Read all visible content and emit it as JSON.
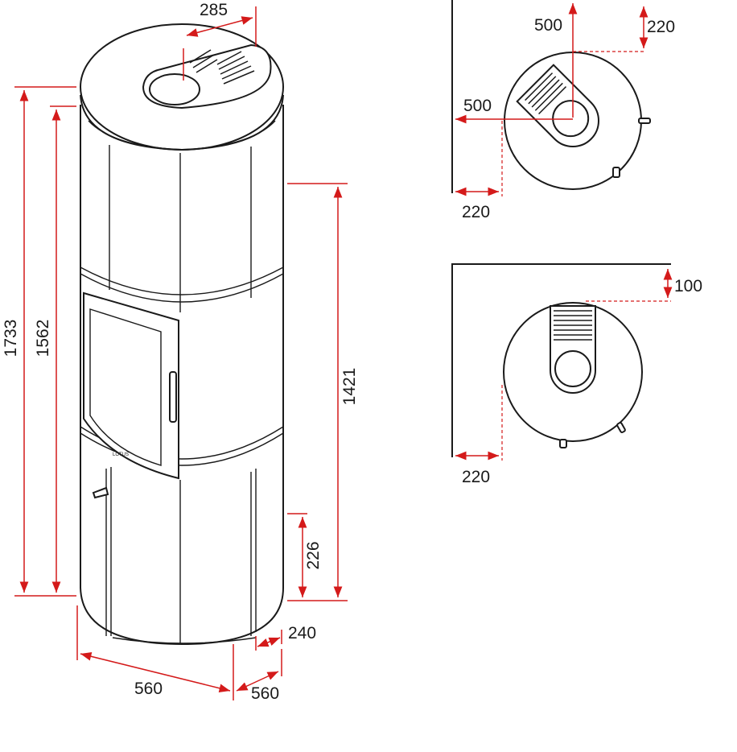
{
  "dimensions": {
    "total_height": "1733",
    "body_height": "1562",
    "connection_height": "1421",
    "air_inlet_height": "226",
    "top_outlet_offset": "285",
    "air_inlet_offset": "240",
    "width": "560",
    "depth": "560"
  },
  "corner_clearance": {
    "rear_wall": "220",
    "side_wall": "220",
    "front_radius_back": "500",
    "front_radius_side": "500"
  },
  "wall_clearance": {
    "rear_wall": "100",
    "side_wall": "220"
  },
  "brand_mark": "LOTUS",
  "colors": {
    "dimension": "#d41a1a",
    "outline": "#1a1a1a",
    "background": "#ffffff"
  }
}
